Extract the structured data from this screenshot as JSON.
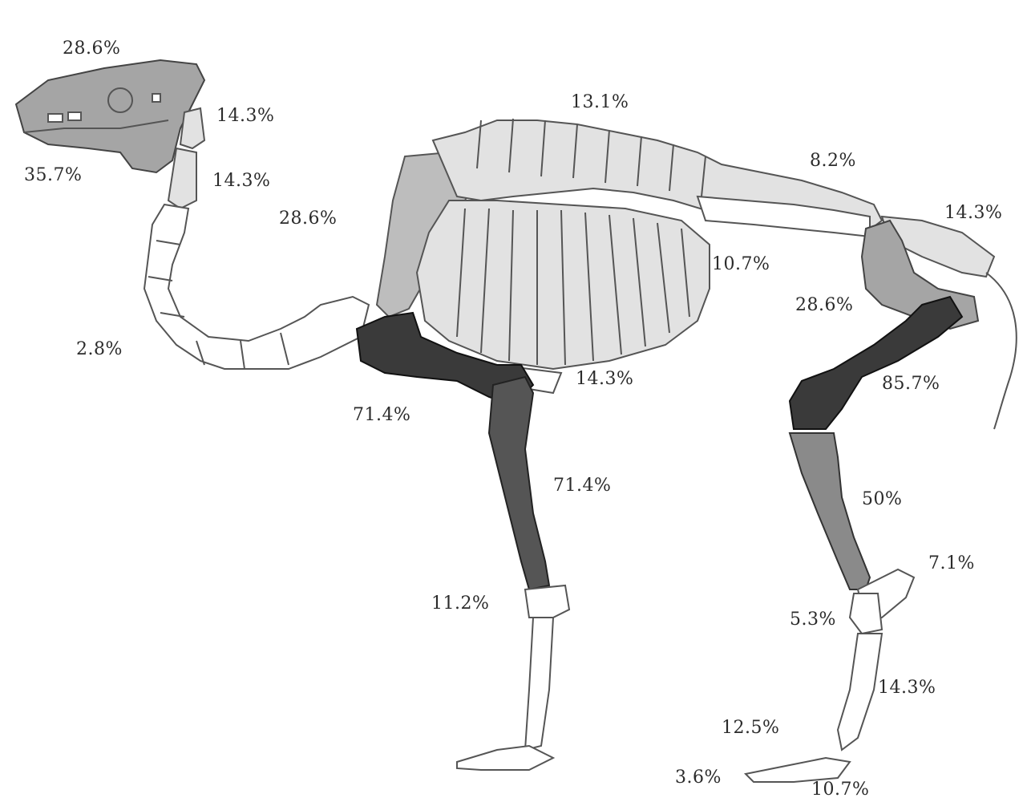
{
  "figure": {
    "labels": [
      {
        "id": "skull",
        "text": "28.6%"
      },
      {
        "id": "mandible",
        "text": "35.7%"
      },
      {
        "id": "atlas",
        "text": "14.3%"
      },
      {
        "id": "axis",
        "text": "14.3%"
      },
      {
        "id": "cervical",
        "text": "2.8%"
      },
      {
        "id": "scapula",
        "text": "28.6%"
      },
      {
        "id": "thoracic",
        "text": "13.1%"
      },
      {
        "id": "lumbar",
        "text": "8.2%"
      },
      {
        "id": "sacrum",
        "text": "14.3%"
      },
      {
        "id": "ribs",
        "text": "10.7%"
      },
      {
        "id": "pelvis",
        "text": "28.6%"
      },
      {
        "id": "humerus",
        "text": "71.4%"
      },
      {
        "id": "radius-ulna",
        "text": "71.4%"
      },
      {
        "id": "sternum",
        "text": "14.3%"
      },
      {
        "id": "femur",
        "text": "85.7%"
      },
      {
        "id": "tibia",
        "text": "50%"
      },
      {
        "id": "carpals",
        "text": "11.2%"
      },
      {
        "id": "calcaneus",
        "text": "7.1%"
      },
      {
        "id": "tarsals",
        "text": "5.3%"
      },
      {
        "id": "metatarsal",
        "text": "14.3%"
      },
      {
        "id": "first-phalanx",
        "text": "12.5%"
      },
      {
        "id": "second-phalanx",
        "text": "3.6%"
      },
      {
        "id": "third-phalanx",
        "text": "10.7%"
      }
    ],
    "shading_colors": {
      "none": "#ffffff",
      "very_low": "#e2e2e2",
      "low": "#bdbdbd",
      "medium": "#a5a5a5",
      "medium_high": "#8a8a8a",
      "high": "#555555",
      "very_high": "#3a3a3a"
    }
  }
}
